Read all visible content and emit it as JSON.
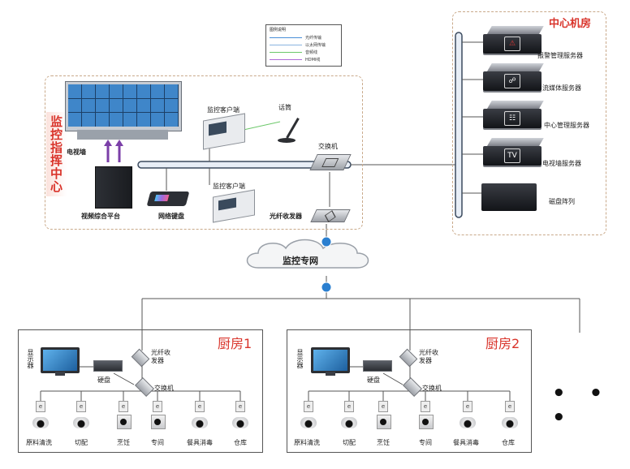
{
  "legend": {
    "title": "图例说明",
    "items": [
      {
        "text": "光纤传输",
        "color": "#4a8fd8"
      },
      {
        "text": "以太网传输",
        "color": "#8ab4e0"
      },
      {
        "text": "音频线",
        "color": "#6cc86a"
      },
      {
        "text": "HDMI线",
        "color": "#b06cd8"
      }
    ]
  },
  "center": {
    "title": "监控指挥中心",
    "labels": {
      "tv_wall": "电视墙",
      "client1": "监控客户端",
      "mic": "话筒",
      "switch": "交换机",
      "platform": "视频综合平台",
      "keyboard": "网络键盘",
      "client2": "监控客户端",
      "transceiver": "光纤收发器"
    }
  },
  "room": {
    "title": "中心机房",
    "servers": [
      {
        "label": "报警管理服务器",
        "icon": "alarm-icon"
      },
      {
        "label": "流媒体服务器",
        "icon": "film-icon"
      },
      {
        "label": "中心管理服务器",
        "icon": "database-icon"
      },
      {
        "label": "电视墙服务器",
        "icon": "tv-icon"
      },
      {
        "label": "磁盘阵列",
        "icon": "disk-array-icon"
      }
    ]
  },
  "network": {
    "label": "监控专网"
  },
  "kitchens": [
    {
      "title": "厨房1",
      "display": "显示器",
      "nvr": "硬盘",
      "transceiver": "光纤收发器",
      "switch": "交换机",
      "cameras": [
        "原料清洗",
        "切配",
        "烹饪",
        "专间",
        "餐具消毒",
        "仓库"
      ]
    },
    {
      "title": "厨房2",
      "display": "显示器",
      "nvr": "硬盘",
      "transceiver": "光纤收发器",
      "switch": "交换机",
      "cameras": [
        "原料清洗",
        "切配",
        "烹饪",
        "专间",
        "餐具消毒",
        "仓库"
      ]
    }
  ],
  "more": "• • •"
}
